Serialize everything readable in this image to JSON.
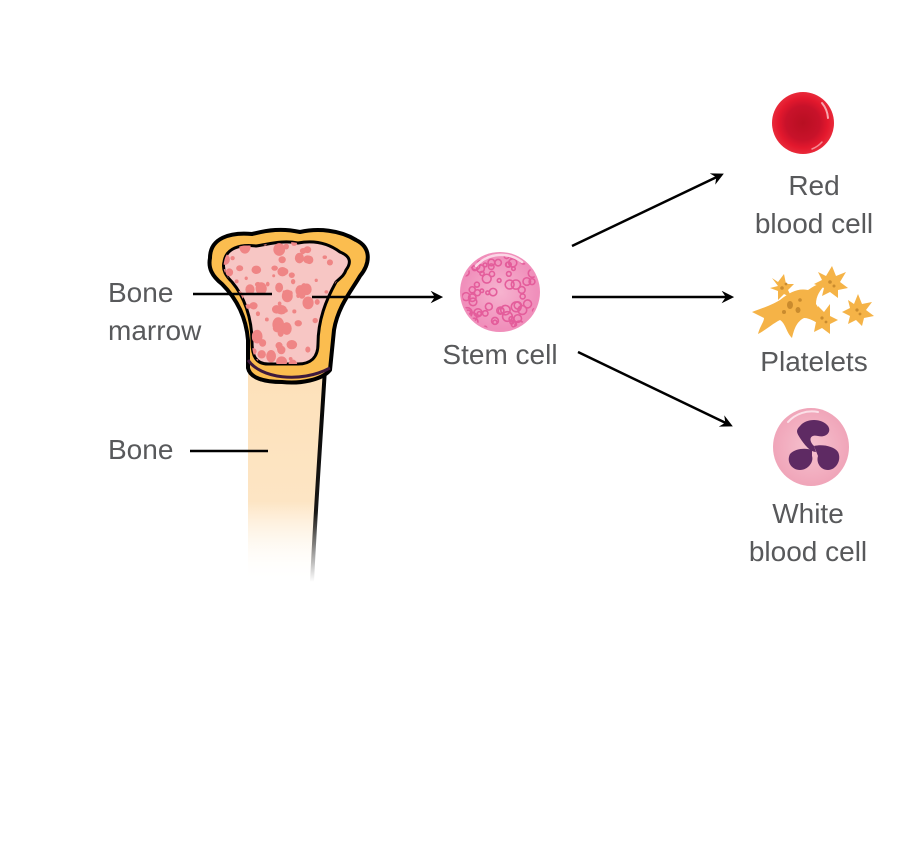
{
  "title": "Blood cell formation from bone marrow stem cells",
  "labels": {
    "bone_marrow": [
      "Bone",
      "marrow"
    ],
    "bone": "Bone",
    "stem_cell": "Stem cell",
    "red_blood_cell": [
      "Red",
      "blood cell"
    ],
    "platelets": "Platelets",
    "white_blood_cell": [
      "White",
      "blood cell"
    ]
  },
  "colors": {
    "text": "#58595b",
    "bone_fill": "#fde0b8",
    "bone_outer": "#fbbd4f",
    "marrow_fill": "#f7c6c4",
    "marrow_spots": "#ef8585",
    "stem_cell": "#f2a0c4",
    "stem_cell_pattern": "#e45d9b",
    "red_cell": "#e3182d",
    "red_cell_dark": "#b80f22",
    "platelet": "#f5b347",
    "platelet_spots": "#c98b2e",
    "white_cell": "#f4b5c6",
    "white_cell_nucleus": "#5e2a63",
    "arrow": "#000000"
  }
}
